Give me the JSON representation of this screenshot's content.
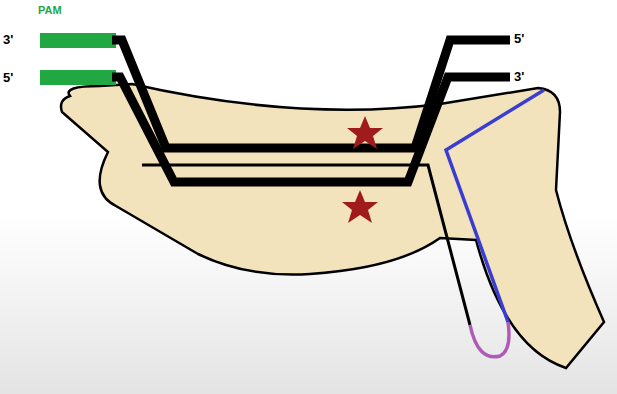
{
  "diagram": {
    "labels": [
      "PAM",
      "3'",
      "5'",
      "5'",
      "3'"
    ]
  }
}
